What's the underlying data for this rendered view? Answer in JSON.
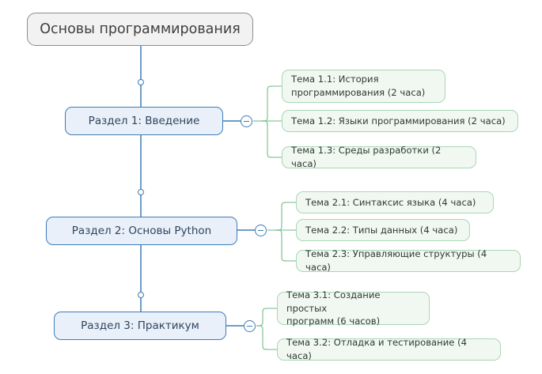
{
  "diagram": {
    "type": "mindmap",
    "title": "Основы программирования",
    "background_color": "#ffffff",
    "root": {
      "label": "Основы программирования",
      "fill": "#f2f2f2",
      "border": "#8c8c8c"
    },
    "section_style": {
      "fill": "#e9f0fa",
      "border": "#3f7cb6",
      "text": "#30455c"
    },
    "topic_style": {
      "fill": "#f1f8f2",
      "border": "#a9d6b6",
      "text": "#2e3b33"
    },
    "connector_colors": {
      "trunk": "#3f7cb6",
      "branch": "#8cc79e"
    },
    "toggle_icon": "minus-circle-icon",
    "sections": [
      {
        "label": "Раздел 1: Введение",
        "collapsed": false,
        "toggle_state": "expanded",
        "topics": [
          {
            "label": "Тема 1.1: История\nпрограммирования (2 часа)",
            "hours": 2
          },
          {
            "label": "Тема 1.2: Языки программирования (2 часа)",
            "hours": 2
          },
          {
            "label": "Тема 1.3: Среды разработки (2 часа)",
            "hours": 2
          }
        ]
      },
      {
        "label": "Раздел 2: Основы Python",
        "collapsed": false,
        "toggle_state": "expanded",
        "topics": [
          {
            "label": "Тема 2.1: Синтаксис языка (4 часа)",
            "hours": 4
          },
          {
            "label": "Тема 2.2: Типы данных (4 часа)",
            "hours": 4
          },
          {
            "label": "Тема 2.3: Управляющие структуры (4 часа)",
            "hours": 4
          }
        ]
      },
      {
        "label": "Раздел 3: Практикум",
        "collapsed": false,
        "toggle_state": "expanded",
        "topics": [
          {
            "label": "Тема 3.1: Создание простых\nпрограмм (6 часов)",
            "hours": 6
          },
          {
            "label": "Тема 3.2: Отладка и тестирование (4 часа)",
            "hours": 4
          }
        ]
      }
    ]
  }
}
